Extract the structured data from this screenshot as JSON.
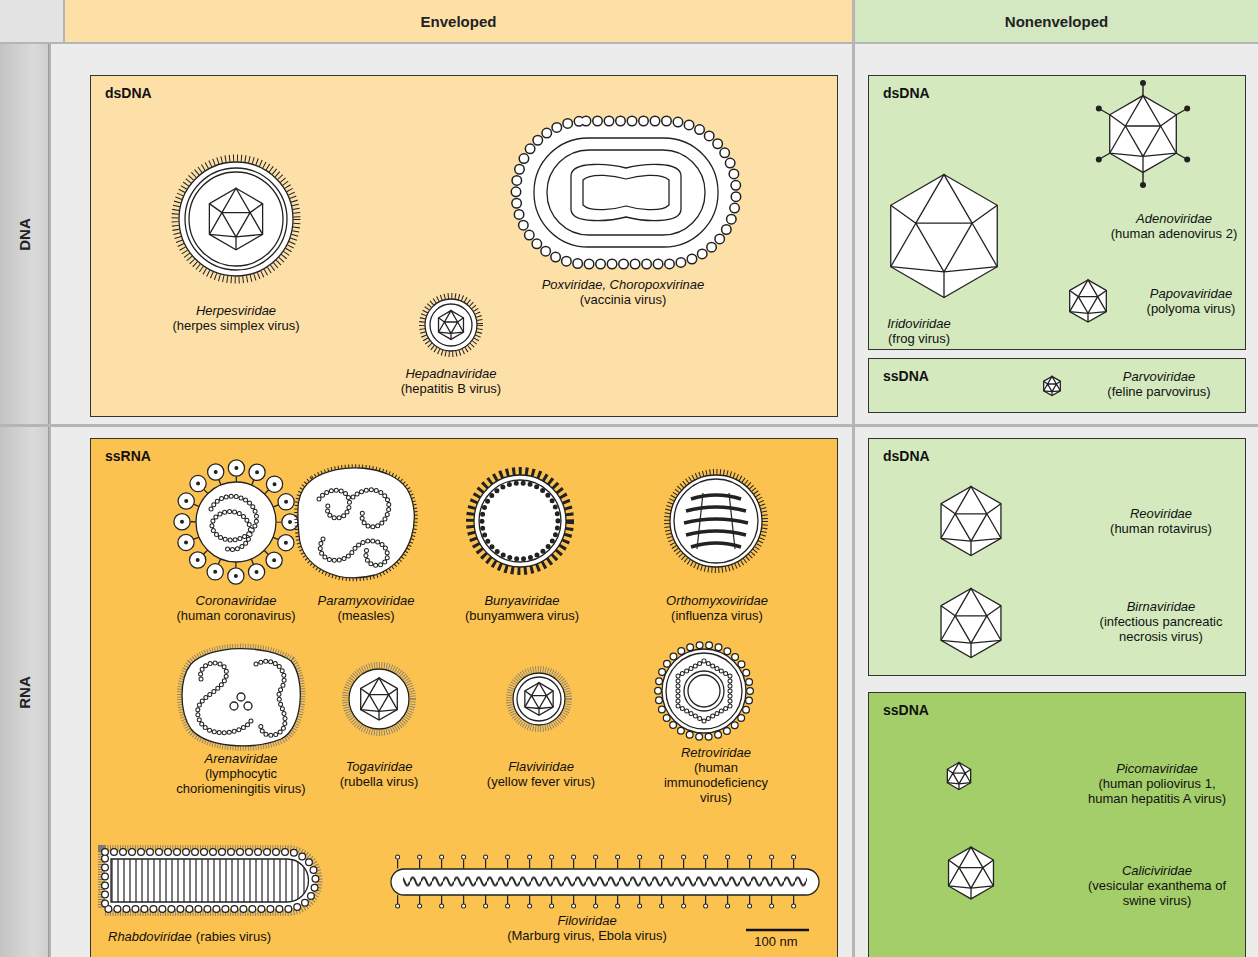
{
  "diagram": {
    "nodes": [
      {
        "text": [
          "Enveloped"
        ]
      },
      {
        "text": [
          "Nonenveloped"
        ]
      },
      {
        "text": [
          "DNA"
        ]
      },
      {
        "text": [
          "dsDNA"
        ]
      },
      {
        "text": [
          "Herpesviridae",
          "(herpes simplex virus)"
        ],
        "in": 3
      },
      {
        "text": [
          "Poxviridae, Choropoxvirinae",
          "(vaccinia virus)"
        ],
        "in": 3
      },
      {
        "text": [
          "Hepadnaviridae",
          "(hepatitis B virus)"
        ],
        "in": 3
      },
      {
        "text": [
          "dsDNA"
        ]
      },
      {
        "text": [
          "Iridoviridae",
          "(frog virus)"
        ],
        "in": 7
      },
      {
        "text": [
          "Adenoviridae",
          "(human adenovirus 2)"
        ],
        "in": 7
      },
      {
        "text": [
          "Papovaviridae",
          "(polyoma virus)"
        ],
        "in": 7
      },
      {
        "text": [
          "ssDNA"
        ]
      },
      {
        "text": [
          "Parvoviridae",
          "(feline parvovirus)"
        ],
        "in": 11
      },
      {
        "text": [
          "RNA"
        ]
      },
      {
        "text": [
          "ssRNA"
        ]
      },
      {
        "text": [
          "Coronaviridae",
          "(human coronavirus)"
        ],
        "in": 14
      },
      {
        "text": [
          "Paramyxoviridae",
          "(measles)"
        ],
        "in": 14
      },
      {
        "text": [
          "Bunyaviridae",
          "(bunyamwera virus)"
        ],
        "in": 14
      },
      {
        "text": [
          "Orthomyxoviridae",
          "(influenza virus)"
        ],
        "in": 14
      },
      {
        "text": [
          "Arenaviridae",
          "(lymphocytic choriomeningitis virus)"
        ],
        "in": 14
      },
      {
        "text": [
          "Togaviridae",
          "(rubella virus)"
        ],
        "in": 14
      },
      {
        "text": [
          "Flaviviridae",
          "(yellow fever virus)"
        ],
        "in": 14
      },
      {
        "text": [
          "Retroviridae",
          "(human immunodeficiency virus)"
        ],
        "in": 14
      },
      {
        "text": [
          "Rhabdoviridae",
          "(rabies virus)"
        ],
        "in": 14
      },
      {
        "text": [
          "Filoviridae",
          "(Marburg virus, Ebola virus)"
        ],
        "in": 14
      },
      {
        "text": [
          "dsDNA"
        ]
      },
      {
        "text": [
          "Reoviridae",
          "(human rotavirus)"
        ],
        "in": 25
      },
      {
        "text": [
          "Birnaviridae",
          "(infectious pancreatic necrosis virus)"
        ],
        "in": 25
      },
      {
        "text": [
          "ssDNA"
        ]
      },
      {
        "text": [
          "Picomaviridae",
          "(human poliovirus 1, human hepatitis A virus)"
        ],
        "in": 28
      },
      {
        "text": [
          "Caliciviridae",
          "(vesicular exanthema of swine virus)"
        ],
        "in": 28
      }
    ],
    "labels": [
      "100 nm"
    ]
  }
}
